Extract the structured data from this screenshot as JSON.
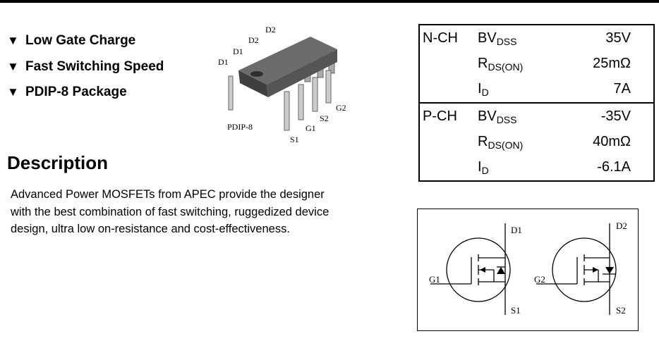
{
  "features": [
    {
      "label": "Low Gate Charge"
    },
    {
      "label": "Fast Switching Speed"
    },
    {
      "label": "PDIP-8 Package"
    }
  ],
  "bullet_glyph": "▼",
  "package": {
    "name": "PDIP-8",
    "pins": {
      "d2_top": "D2",
      "d2": "D2",
      "d1": "D1",
      "d1_left": "D1",
      "g2": "G2",
      "s2": "S2",
      "g1": "G1",
      "s1": "S1"
    }
  },
  "description": {
    "title": "Description",
    "text": "Advanced Power MOSFETs from APEC provide the designer with the best combination of fast switching, ruggedized device design, ultra low on-resistance and cost-effectiveness."
  },
  "specs": {
    "nch": {
      "label": "N-CH",
      "rows": [
        {
          "sym": "BV",
          "sub": "DSS",
          "value": "35V"
        },
        {
          "sym": "R",
          "sub": "DS(ON)",
          "value": "25mΩ"
        },
        {
          "sym": "I",
          "sub": "D",
          "value": "7A"
        }
      ]
    },
    "pch": {
      "label": "P-CH",
      "rows": [
        {
          "sym": "BV",
          "sub": "DSS",
          "value": "-35V"
        },
        {
          "sym": "R",
          "sub": "DS(ON)",
          "value": "40mΩ"
        },
        {
          "sym": "I",
          "sub": "D",
          "value": "-6.1A"
        }
      ]
    }
  },
  "schematic": {
    "labels": {
      "d1": "D1",
      "g1": "G1",
      "s1": "S1",
      "d2": "D2",
      "g2": "G2",
      "s2": "S2"
    }
  }
}
